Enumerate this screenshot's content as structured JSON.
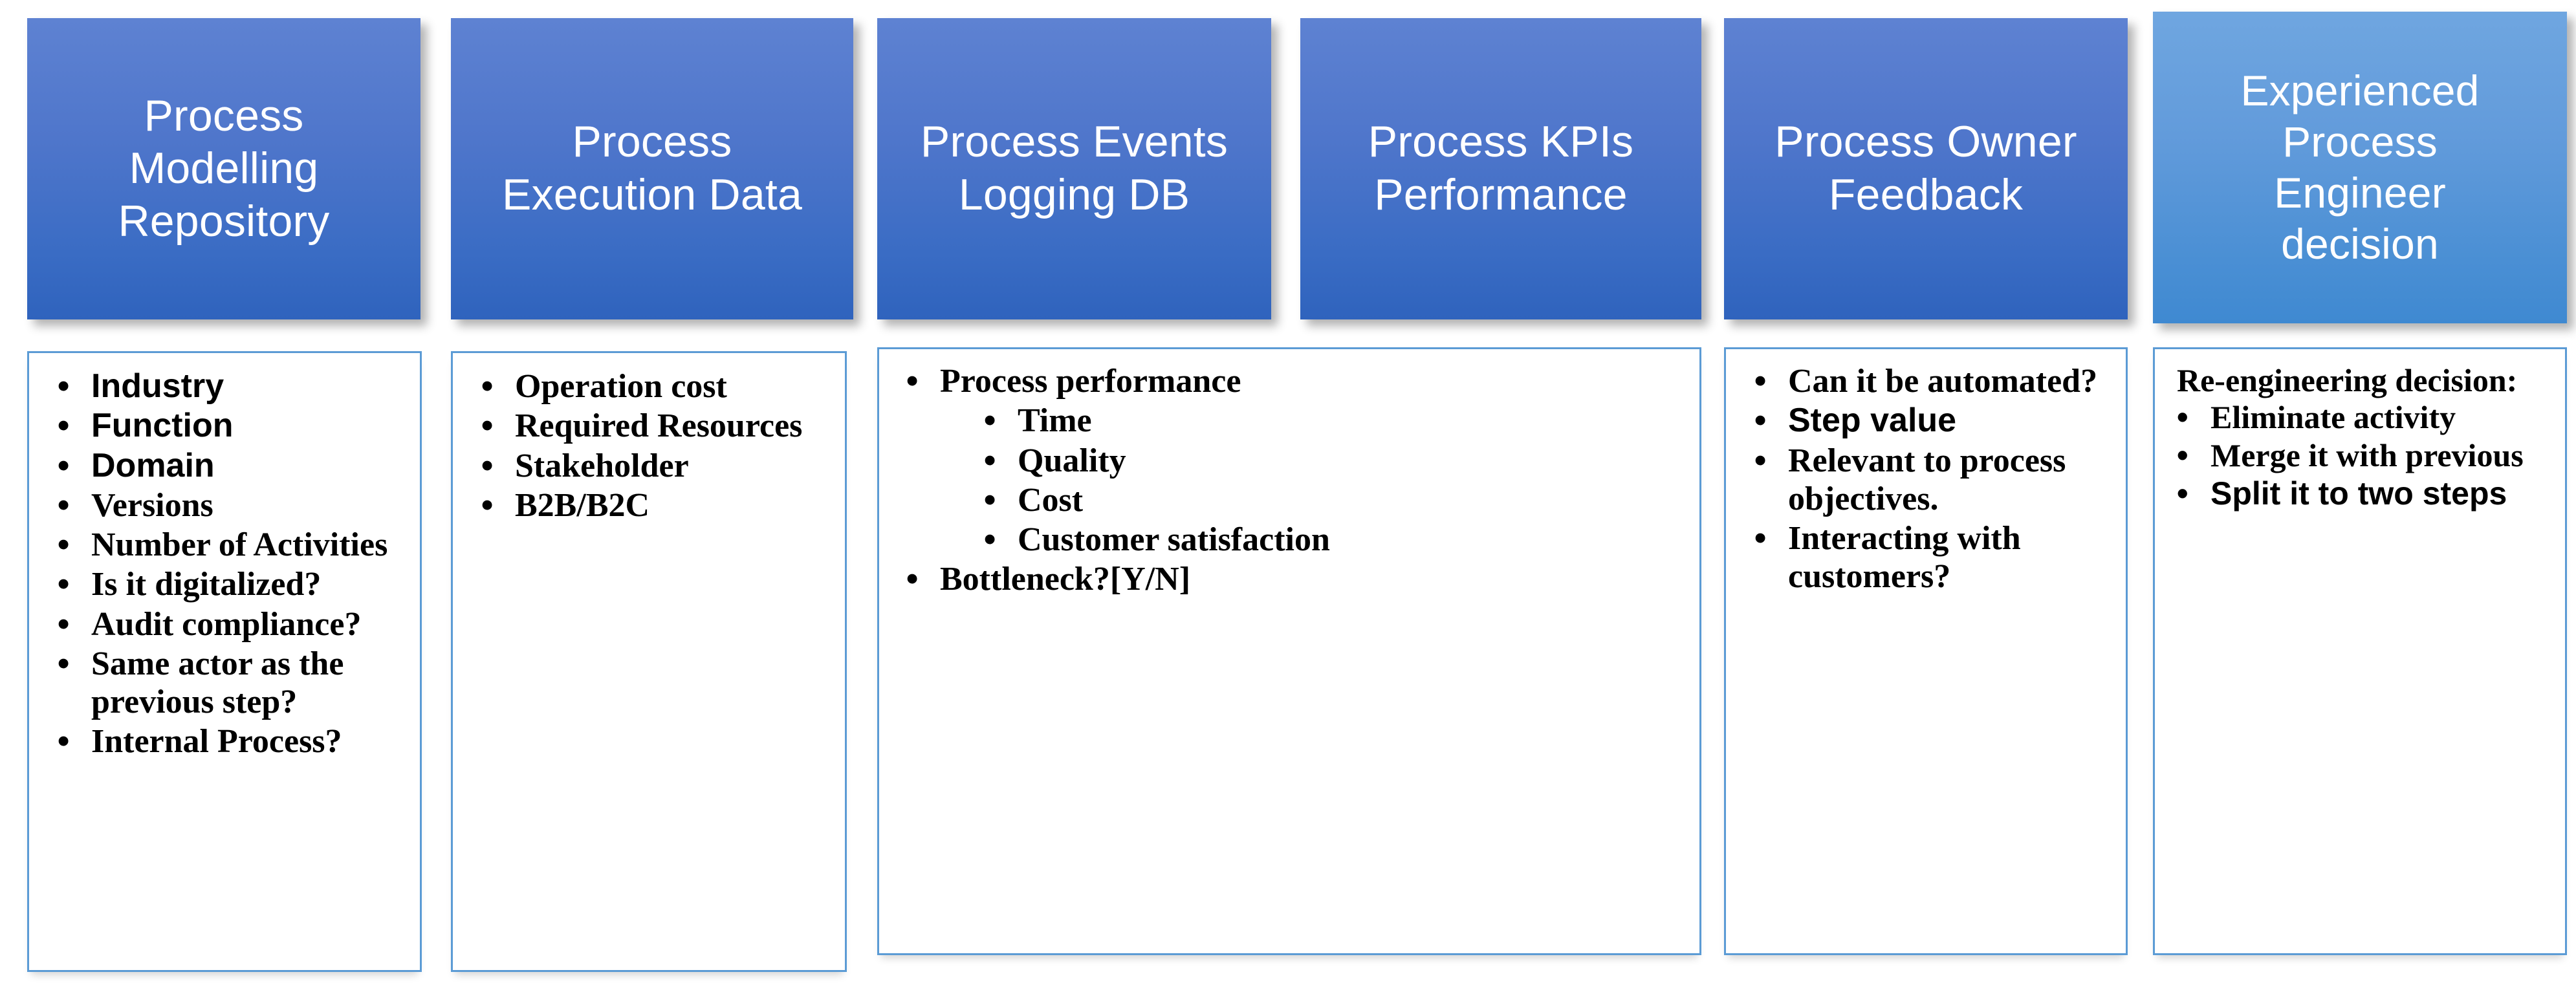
{
  "diagram": {
    "title_bullet_glyph": "•",
    "accent_color": "#5b9bd5",
    "header_gradient_dark_top": "#5e82d2",
    "header_gradient_dark_bottom": "#2f63bd",
    "header_gradient_light_top": "#6fa6e0",
    "header_gradient_light_bottom": "#3f89d1",
    "body_text_color": "#000000",
    "header_text_color": "#ffffff"
  },
  "columns": [
    {
      "id": "process-modelling-repository",
      "header": {
        "lines": [
          "Process",
          "Modelling",
          "Repository"
        ],
        "style": "dark"
      },
      "body": {
        "lead": null,
        "items": [
          {
            "text": "Industry",
            "font": "sans",
            "level": 1
          },
          {
            "text": "Function",
            "font": "sans",
            "level": 1
          },
          {
            "text": "Domain",
            "font": "sans",
            "level": 1
          },
          {
            "text": "Versions",
            "font": "serif",
            "level": 1
          },
          {
            "text": "Number of Activities",
            "font": "serif",
            "level": 1
          },
          {
            "text": "Is it digitalized?",
            "font": "serif",
            "level": 1
          },
          {
            "text": "Audit compliance?",
            "font": "serif",
            "level": 1
          },
          {
            "text": "Same actor as the previous step?",
            "font": "serif",
            "level": 1
          },
          {
            "text": "Internal Process?",
            "font": "serif",
            "level": 1
          }
        ]
      }
    },
    {
      "id": "process-execution-data",
      "header": {
        "lines": [
          "Process",
          "Execution Data"
        ],
        "style": "dark"
      },
      "body": {
        "lead": null,
        "items": [
          {
            "text": "Operation cost",
            "font": "serif",
            "level": 1
          },
          {
            "text": "Required Resources",
            "font": "serif",
            "level": 1
          },
          {
            "text": "Stakeholder",
            "font": "serif",
            "level": 1
          },
          {
            "text": "B2B/B2C",
            "font": "serif",
            "level": 1
          }
        ]
      }
    },
    {
      "id": "process-events-logging-db",
      "header": {
        "lines": [
          "Process Events",
          "Logging DB"
        ],
        "style": "dark"
      },
      "body": {
        "lead": null,
        "items": [
          {
            "text": "Process performance",
            "font": "serif",
            "level": 1
          },
          {
            "text": "Time",
            "font": "serif",
            "level": 2
          },
          {
            "text": "Quality",
            "font": "serif",
            "level": 2
          },
          {
            "text": "Cost",
            "font": "serif",
            "level": 2
          },
          {
            "text": "Customer satisfaction",
            "font": "serif",
            "level": 2
          },
          {
            "text": "Bottleneck?[Y/N]",
            "font": "serif",
            "level": 1
          }
        ]
      }
    },
    {
      "id": "process-kpis-performance",
      "header": {
        "lines": [
          "Process KPIs",
          "Performance"
        ],
        "style": "dark"
      },
      "body": null
    },
    {
      "id": "process-owner-feedback",
      "header": {
        "lines": [
          "Process Owner",
          "Feedback"
        ],
        "style": "dark"
      },
      "body": {
        "lead": null,
        "items": [
          {
            "text": "Can it be automated?",
            "font": "serif",
            "level": 1
          },
          {
            "text": "Step value",
            "font": "sans",
            "level": 1
          },
          {
            "text": "Relevant to process objectives.",
            "font": "serif",
            "level": 1
          },
          {
            "text": "Interacting with customers?",
            "font": "serif",
            "level": 1
          }
        ]
      }
    },
    {
      "id": "experienced-process-engineer-decision",
      "header": {
        "lines": [
          "Experienced",
          "Process",
          "Engineer",
          "decision"
        ],
        "style": "light"
      },
      "body": {
        "lead": {
          "text": "Re-engineering decision:",
          "font": "serif"
        },
        "items": [
          {
            "text": "Eliminate activity",
            "font": "serif",
            "level": 1
          },
          {
            "text": "Merge it with previous",
            "font": "serif",
            "level": 1
          },
          {
            "text": "Split it to two steps",
            "font": "sans",
            "level": 1
          }
        ]
      }
    }
  ]
}
